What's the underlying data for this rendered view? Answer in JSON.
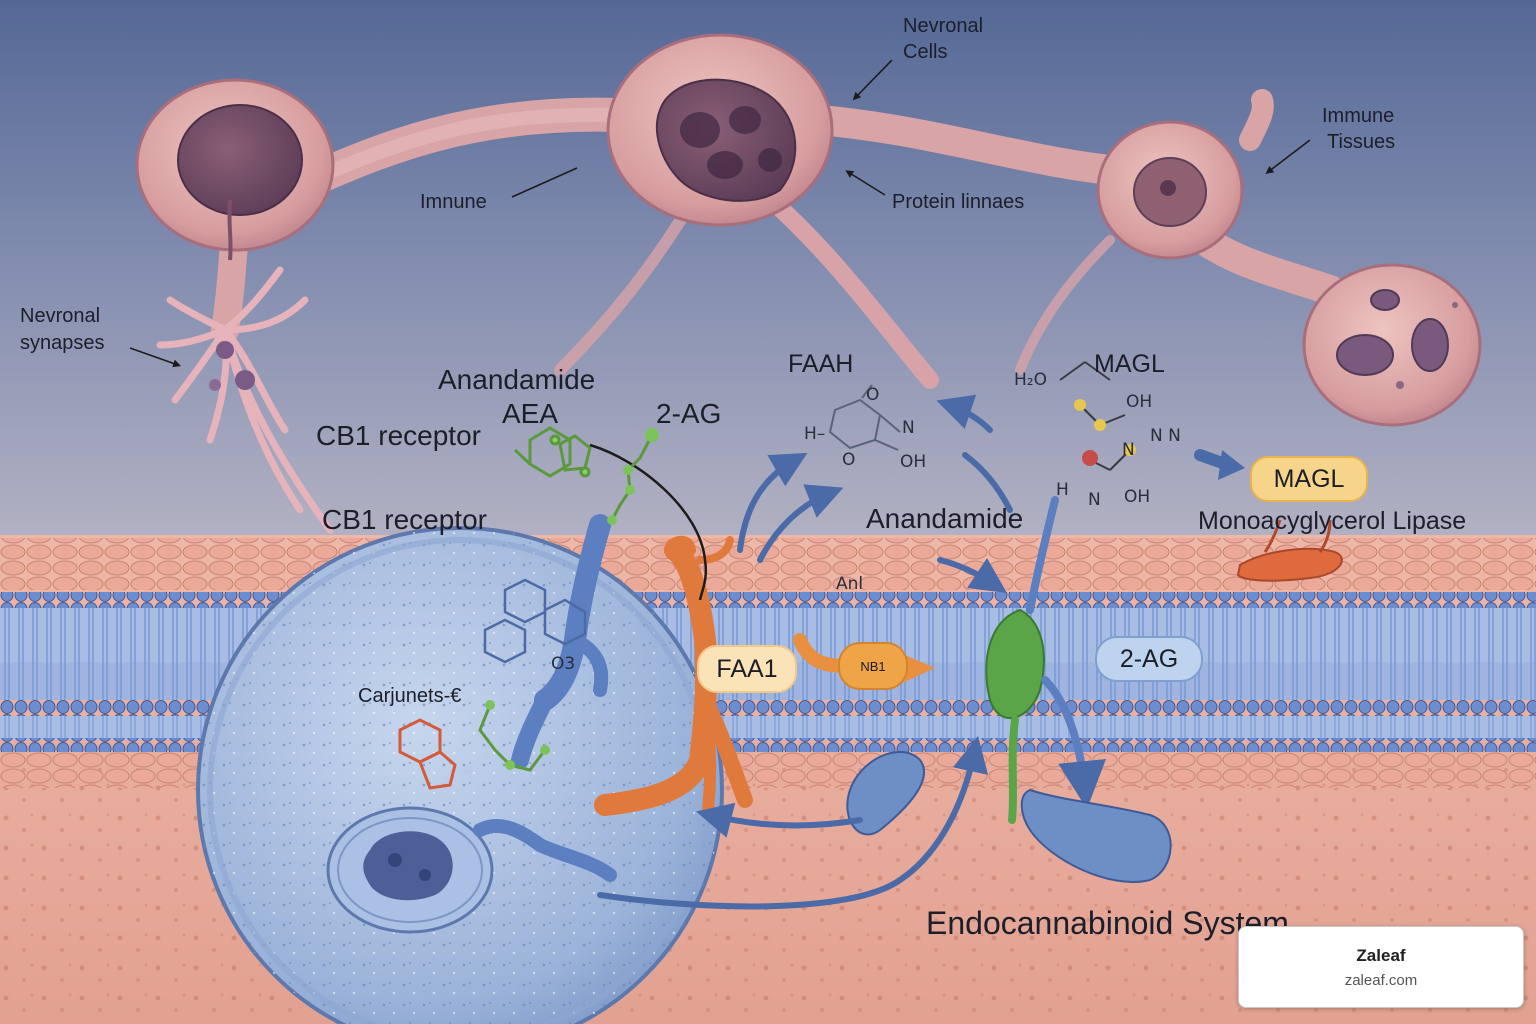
{
  "labels": {
    "neuronal_cells": [
      "Nevronal",
      "Cells"
    ],
    "immune_tissues": [
      "Immune",
      "Tissues"
    ],
    "immune": "Imnune",
    "protein_kinases": "Protein linnaes",
    "neuronal_synapses": [
      "Nevronal",
      "synapses"
    ],
    "anandamide_aea": [
      "Anandamide",
      "AEA"
    ],
    "cb1_receptor_upper": "CB1 receptor",
    "cb1_receptor_lower": "CB1 receptor",
    "two_ag_top": "2-AG",
    "faah": "FAAH",
    "magl_top": "MAGL",
    "anandamide_right": "Anandamide",
    "monoacylglycerol_lipase": "Monoacyglycerol Lipase",
    "carjunets": "Carjunets-€",
    "endocannabinoid_system": "Endocannabinoid System"
  },
  "pills": {
    "magl": "MAGL",
    "faa1": "FAA1",
    "nb1": "NB1",
    "two_ag": "2-AG"
  },
  "chem": {
    "faah_o_top": "O",
    "faah_h": "H–",
    "faah_n": "N",
    "faah_oh": "OH",
    "faah_o_bottom": "O",
    "magl_h2o": "H₂O",
    "magl_oh_top": "OH",
    "magl_nn": "N N",
    "magl_n": "N",
    "magl_h": "H",
    "magl_n2": "N",
    "magl_oh_bottom": "OH",
    "o3": "O3",
    "anl": "Anl"
  },
  "watermark": {
    "title": "Zaleaf",
    "url": "zaleaf.com"
  },
  "colors": {
    "sky_top": "#5d6f98",
    "sky_bottom": "#a9aebf",
    "cell_pink": "#dca4a4",
    "membrane_blue": "#7d96c4",
    "head_blue": "#6f8ccc",
    "skin_pink": "#e9ad9f",
    "cell_blue": "#9bb4d8",
    "cb1_green": "#6ab04c",
    "faa_orange": "#e07a3c",
    "receptor_blue": "#6587c2",
    "magl_pill": "#f6d58a",
    "two_ag_pill": "#bed4ee"
  }
}
